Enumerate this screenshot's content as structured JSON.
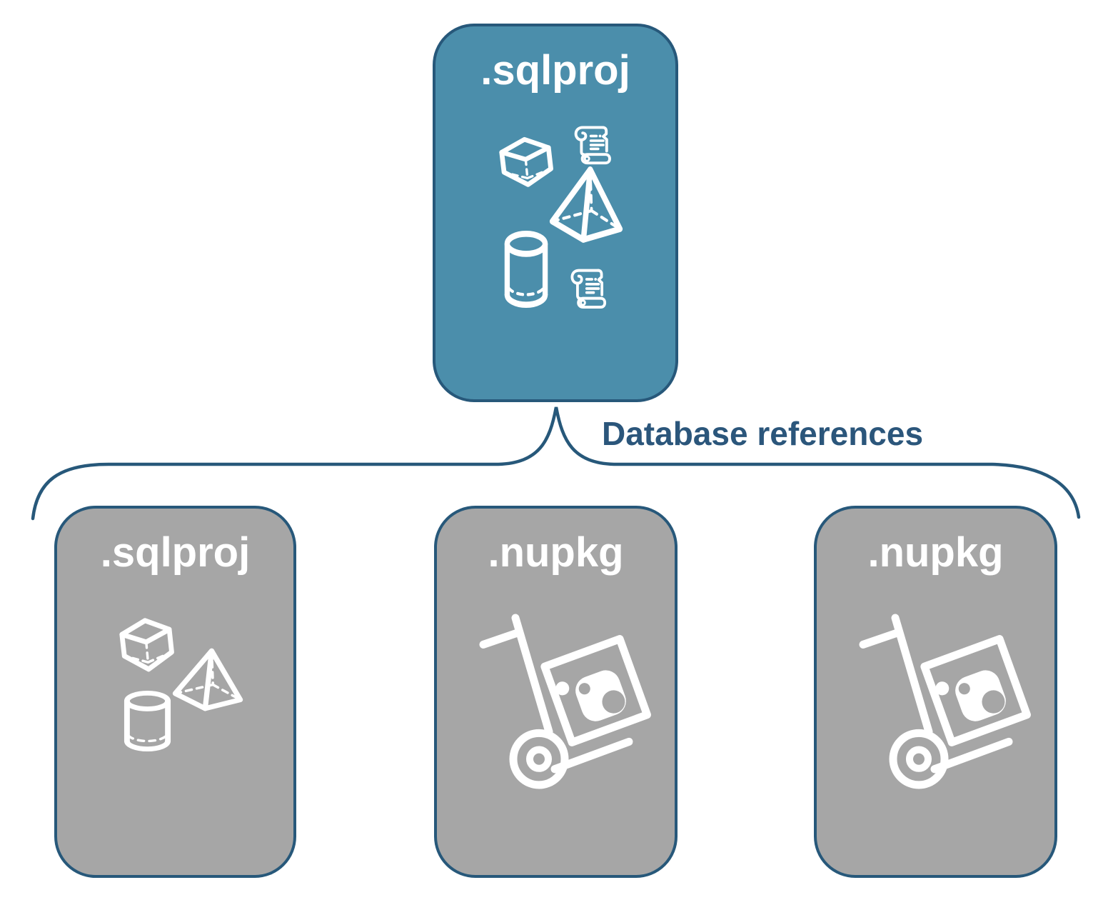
{
  "connector": {
    "label": "Database references"
  },
  "cards": {
    "main": {
      "label": ".sqlproj",
      "kind": "sql-project",
      "icons": [
        "cube-icon",
        "scroll-icon",
        "pyramid-icon",
        "cylinder-icon",
        "scroll-icon"
      ]
    },
    "children": [
      {
        "label": ".sqlproj",
        "kind": "sql-project",
        "icons": [
          "cube-icon",
          "pyramid-icon",
          "cylinder-icon"
        ]
      },
      {
        "label": ".nupkg",
        "kind": "nuget-package",
        "icons": [
          "hand-truck-icon"
        ]
      },
      {
        "label": ".nupkg",
        "kind": "nuget-package",
        "icons": [
          "hand-truck-icon"
        ]
      }
    ]
  },
  "colors": {
    "main_card_fill": "#4B8EAB",
    "child_card_fill": "#A6A6A6",
    "outline_stroke": "#27587A",
    "connector_text": "#2B567B",
    "icon_and_label": "#FFFFFF",
    "background": "#FFFFFF"
  }
}
